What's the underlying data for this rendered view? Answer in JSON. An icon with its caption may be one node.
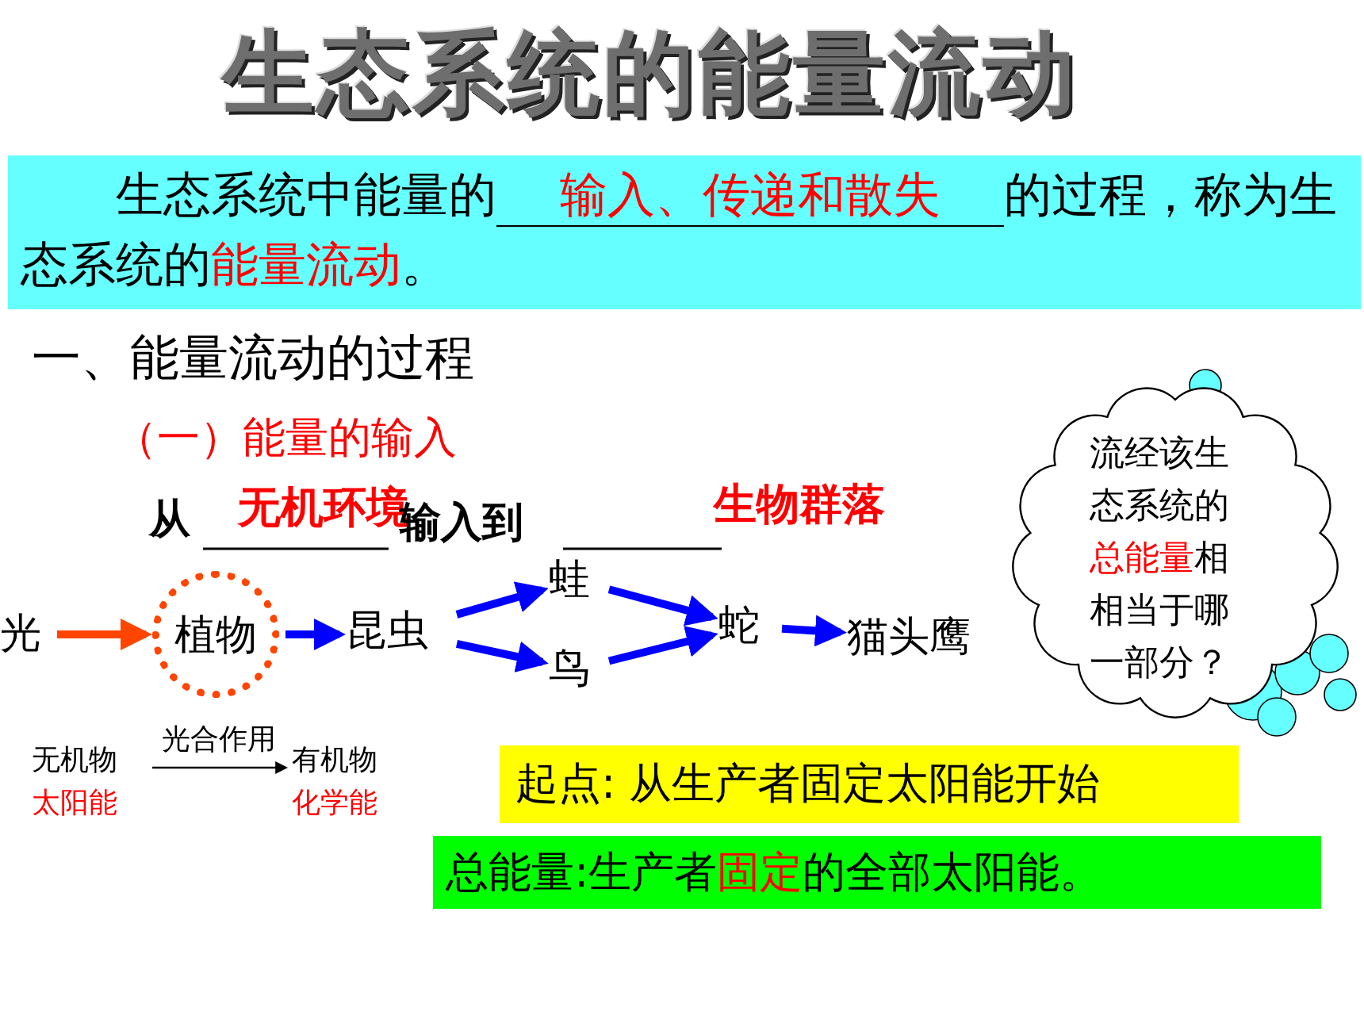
{
  "diagram": {
    "title": "生态系统的能量流动",
    "nodes": [
      {
        "text": [
          "生态系统中能量的",
          "输入、传递和散失",
          "的过程，称为生态系统的",
          "能量流动",
          "。"
        ]
      },
      {
        "text": [
          "流经该生态系统的",
          "总能量",
          "相相当于哪一部分？"
        ]
      },
      {
        "text": [
          "光"
        ]
      },
      {
        "text": [
          "植物"
        ]
      },
      {
        "text": [
          "昆虫"
        ]
      },
      {
        "text": [
          "蛙"
        ]
      },
      {
        "text": [
          "鸟"
        ]
      },
      {
        "text": [
          "蛇"
        ]
      },
      {
        "text": [
          "猫头鹰"
        ]
      },
      {
        "text": [
          "无机物",
          "太阳能"
        ]
      },
      {
        "text": [
          "有机物",
          "化学能"
        ]
      },
      {
        "text": [
          "起点: 从生产者固定太阳能开始"
        ]
      },
      {
        "text": [
          "总能量:生产者",
          "固定",
          "的全部太阳能。"
        ]
      }
    ],
    "edges": [
      {
        "from": 2,
        "to": 3,
        "arrow": "to",
        "color": "#ff4500"
      },
      {
        "from": 3,
        "to": 4,
        "arrow": "to"
      },
      {
        "from": 4,
        "to": 5,
        "arrow": "to"
      },
      {
        "from": 4,
        "to": 6,
        "arrow": "to"
      },
      {
        "from": 5,
        "to": 7,
        "arrow": "to"
      },
      {
        "from": 6,
        "to": 7,
        "arrow": "to"
      },
      {
        "from": 7,
        "to": 8,
        "arrow": "to"
      },
      {
        "from": 9,
        "to": 10,
        "arrow": "to",
        "label": "光合作用",
        "color": "#000000"
      }
    ],
    "labels": [
      "一、能量流动的过程",
      "（一）能量的输入",
      "从",
      "无机环境",
      "输入到",
      "生物群落"
    ]
  }
}
